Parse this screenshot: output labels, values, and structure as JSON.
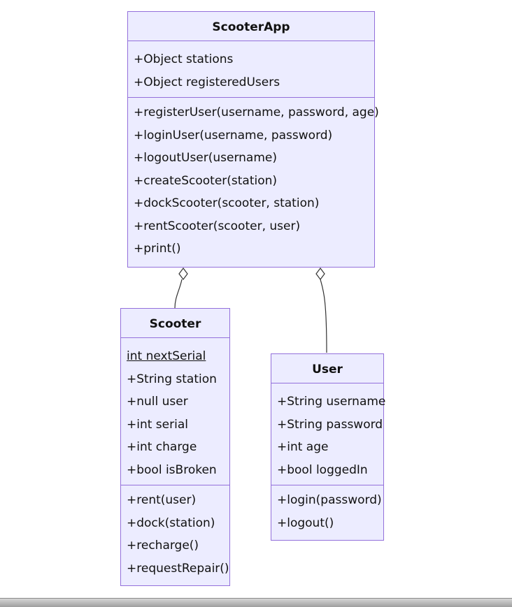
{
  "diagram": {
    "classes": {
      "scooterapp": {
        "name": "ScooterApp",
        "attributes": [
          "+Object stations",
          "+Object registeredUsers"
        ],
        "methods": [
          "+registerUser(username, password, age)",
          "+loginUser(username, password)",
          "+logoutUser(username)",
          "+createScooter(station)",
          "+dockScooter(scooter, station)",
          "+rentScooter(scooter, user)",
          "+print()"
        ]
      },
      "scooter": {
        "name": "Scooter",
        "attributes": [
          "int nextSerial",
          "+String station",
          "+null user",
          "+int serial",
          "+int charge",
          "+bool isBroken"
        ],
        "methods": [
          "+rent(user)",
          "+dock(station)",
          "+recharge()",
          "+requestRepair()"
        ]
      },
      "user": {
        "name": "User",
        "attributes": [
          "+String username",
          "+String password",
          "+int age",
          "+bool loggedIn"
        ],
        "methods": [
          "+login(password)",
          "+logout()"
        ]
      }
    },
    "relationships": [
      {
        "from": "ScooterApp",
        "to": "Scooter",
        "type": "aggregation"
      },
      {
        "from": "ScooterApp",
        "to": "User",
        "type": "aggregation"
      }
    ],
    "colors": {
      "box_fill": "#ECECFF",
      "box_border": "#9370DB",
      "line": "#333333"
    }
  }
}
